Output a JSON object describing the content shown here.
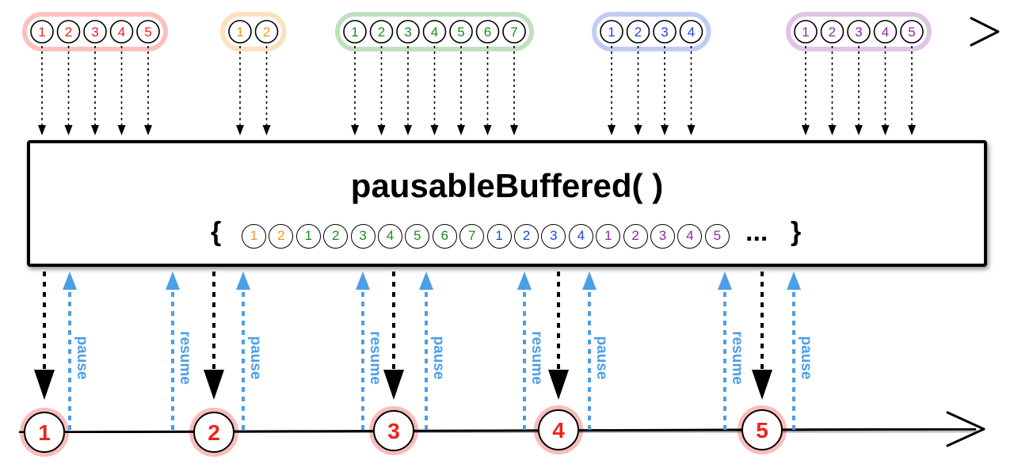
{
  "operator": {
    "name": "pausableBuffered( )",
    "open_brace": "{",
    "close_brace": "}",
    "ellipsis": "..."
  },
  "colors": {
    "red": "#f0221b",
    "orange": "#f59418",
    "green": "#1c8c1c",
    "blue": "#1f47d8",
    "purple": "#8b2ba1",
    "control": "#4d9ee8"
  },
  "source_groups": [
    {
      "color": "red",
      "values": [
        "1",
        "2",
        "3",
        "4",
        "5"
      ]
    },
    {
      "color": "orange",
      "values": [
        "1",
        "2"
      ]
    },
    {
      "color": "green",
      "values": [
        "1",
        "2",
        "3",
        "4",
        "5",
        "6",
        "7"
      ]
    },
    {
      "color": "blue",
      "values": [
        "1",
        "2",
        "3",
        "4"
      ]
    },
    {
      "color": "purple",
      "values": [
        "1",
        "2",
        "3",
        "4",
        "5"
      ]
    }
  ],
  "buffer_marbles": [
    {
      "value": "1",
      "color": "orange"
    },
    {
      "value": "2",
      "color": "orange"
    },
    {
      "value": "1",
      "color": "green"
    },
    {
      "value": "2",
      "color": "green"
    },
    {
      "value": "3",
      "color": "green"
    },
    {
      "value": "4",
      "color": "green"
    },
    {
      "value": "5",
      "color": "green"
    },
    {
      "value": "6",
      "color": "green"
    },
    {
      "value": "7",
      "color": "green"
    },
    {
      "value": "1",
      "color": "blue"
    },
    {
      "value": "2",
      "color": "blue"
    },
    {
      "value": "3",
      "color": "blue"
    },
    {
      "value": "4",
      "color": "blue"
    },
    {
      "value": "1",
      "color": "purple"
    },
    {
      "value": "2",
      "color": "purple"
    },
    {
      "value": "3",
      "color": "purple"
    },
    {
      "value": "4",
      "color": "purple"
    },
    {
      "value": "5",
      "color": "purple"
    }
  ],
  "output_marbles": [
    "1",
    "2",
    "3",
    "4",
    "5"
  ],
  "control_labels": {
    "pause": "pause",
    "resume": "resume"
  }
}
